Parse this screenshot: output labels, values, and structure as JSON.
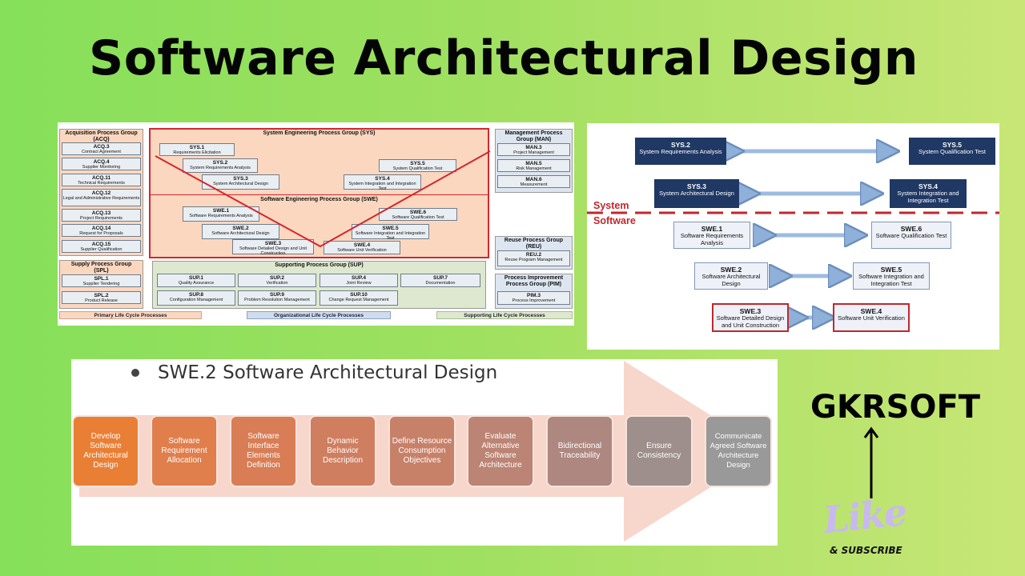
{
  "title": "Software Architectural Design",
  "panel1": {
    "acq_title": "Acquisition Process Group (ACQ)",
    "acq": [
      {
        "id": "ACQ.3",
        "name": "Contract Agreement"
      },
      {
        "id": "ACQ.4",
        "name": "Supplier Monitoring"
      },
      {
        "id": "ACQ.11",
        "name": "Technical Requirements"
      },
      {
        "id": "ACQ.12",
        "name": "Legal and Administrative Requirements"
      },
      {
        "id": "ACQ.13",
        "name": "Project Requirements"
      },
      {
        "id": "ACQ.14",
        "name": "Request for Proposals"
      },
      {
        "id": "ACQ.15",
        "name": "Supplier Qualification"
      }
    ],
    "spl_title": "Supply Process Group (SPL)",
    "spl": [
      {
        "id": "SPL.1",
        "name": "Supplier Tendering"
      },
      {
        "id": "SPL.2",
        "name": "Product Release"
      }
    ],
    "sys_title": "System Engineering Process Group (SYS)",
    "sys": [
      {
        "id": "SYS.1",
        "name": "Requirements Elicitation"
      },
      {
        "id": "SYS.2",
        "name": "System Requirements Analysis"
      },
      {
        "id": "SYS.3",
        "name": "System Architectural Design"
      },
      {
        "id": "SYS.4",
        "name": "System Integration and Integration Test"
      },
      {
        "id": "SYS.5",
        "name": "System Qualification Test"
      }
    ],
    "swe_title": "Software Engineering Process Group (SWE)",
    "swe": [
      {
        "id": "SWE.1",
        "name": "Software Requirements Analysis"
      },
      {
        "id": "SWE.2",
        "name": "Software Architectural Design"
      },
      {
        "id": "SWE.3",
        "name": "Software Detailed Design and Unit Construction"
      },
      {
        "id": "SWE.4",
        "name": "Software Unit Verification"
      },
      {
        "id": "SWE.5",
        "name": "Software Integration and Integration Test"
      },
      {
        "id": "SWE.6",
        "name": "Software Qualification Test"
      }
    ],
    "sup_title": "Supporting Process Group (SUP)",
    "sup": [
      {
        "id": "SUP.1",
        "name": "Quality Assurance"
      },
      {
        "id": "SUP.2",
        "name": "Verification"
      },
      {
        "id": "SUP.4",
        "name": "Joint Review"
      },
      {
        "id": "SUP.7",
        "name": "Documentation"
      },
      {
        "id": "SUP.8",
        "name": "Configuration Management"
      },
      {
        "id": "SUP.9",
        "name": "Problem Resolution Management"
      },
      {
        "id": "SUP.10",
        "name": "Change Request Management"
      }
    ],
    "man_title": "Management Process Group (MAN)",
    "man": [
      {
        "id": "MAN.3",
        "name": "Project Management"
      },
      {
        "id": "MAN.5",
        "name": "Risk Management"
      },
      {
        "id": "MAN.6",
        "name": "Measurement"
      }
    ],
    "reu_title": "Reuse Process Group (REU)",
    "reu": [
      {
        "id": "REU.2",
        "name": "Reuse Program Management"
      }
    ],
    "pim_title": "Process Improvement Process Group (PIM)",
    "pim": [
      {
        "id": "PIM.3",
        "name": "Process Improvement"
      }
    ],
    "band_primary": "Primary Life Cycle Processes",
    "band_org": "Organizational Life Cycle Processes",
    "band_support": "Supporting Life Cycle Processes"
  },
  "panel2": {
    "label_system": "System",
    "label_software": "Software",
    "boxes": [
      {
        "id": "SYS.2",
        "name": "System Requirements Analysis"
      },
      {
        "id": "SYS.5",
        "name": "System Qualification Test"
      },
      {
        "id": "SYS.3",
        "name": "System Architectural Design"
      },
      {
        "id": "SYS.4",
        "name": "System Integration and Integration Test"
      },
      {
        "id": "SWE.1",
        "name": "Software Requirements Analysis"
      },
      {
        "id": "SWE.6",
        "name": "Software Qualification Test"
      },
      {
        "id": "SWE.2",
        "name": "Software Architectural Design"
      },
      {
        "id": "SWE.5",
        "name": "Software Integration and Integration Test"
      },
      {
        "id": "SWE.3",
        "name": "Software Detailed Design and Unit Construction"
      },
      {
        "id": "SWE.4",
        "name": "Software Unit Verification"
      }
    ]
  },
  "panel3": {
    "heading": "SWE.2 Software Architectural Design",
    "steps": [
      {
        "label": "Develop Software Architectural Design",
        "color": "#e97f35"
      },
      {
        "label": "Software Requirement Allocation",
        "color": "#e07e4c"
      },
      {
        "label": "Software Interface Elements Definition",
        "color": "#d87d55"
      },
      {
        "label": "Dynamic Behavior Description",
        "color": "#cf7e60"
      },
      {
        "label": "Define Resource Consumption Objectives",
        "color": "#c78169"
      },
      {
        "label": "Evaluate Alternative Software Architecture",
        "color": "#bb8474"
      },
      {
        "label": "Bidirectional Traceability",
        "color": "#ad8780"
      },
      {
        "label": "Ensure Consistency",
        "color": "#9e8f8d"
      },
      {
        "label": "Communicate Agreed Software Architecture Design",
        "color": "#999999"
      }
    ]
  },
  "brand": {
    "name": "GKRSOFT",
    "like": "Like",
    "subscribe": "& SUBSCRIBE"
  }
}
